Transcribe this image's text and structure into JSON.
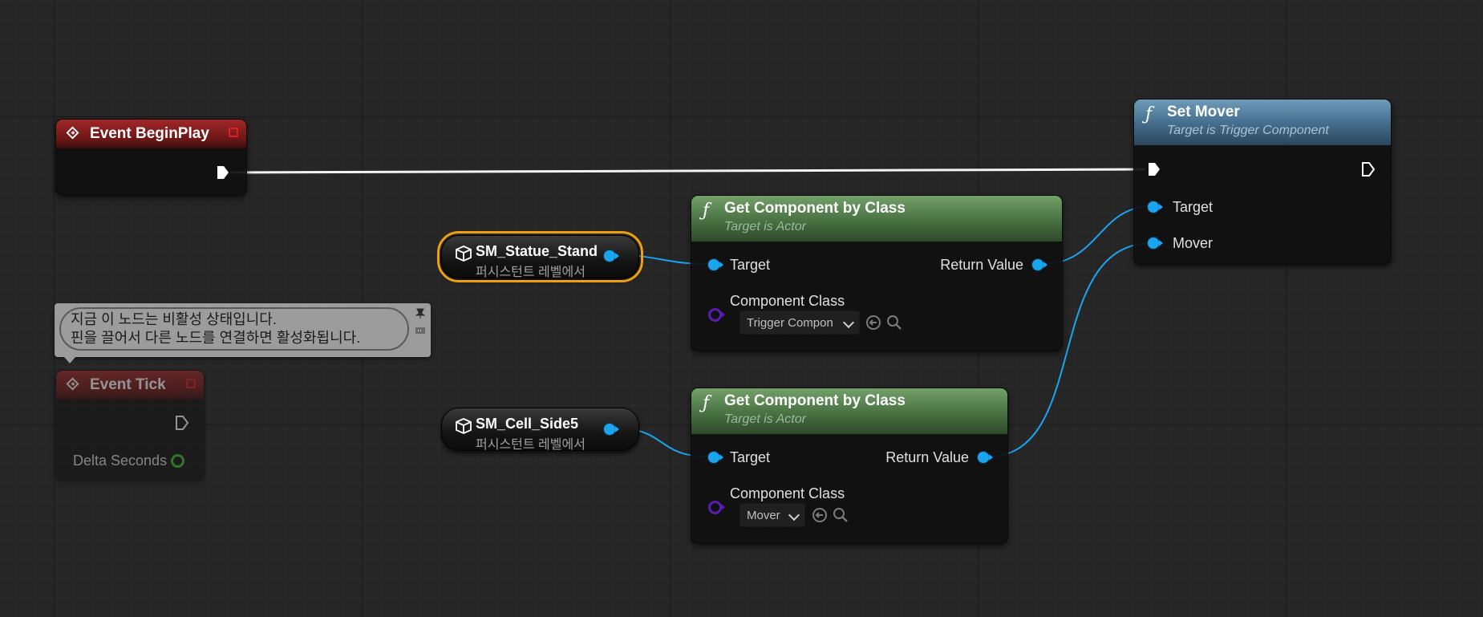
{
  "nodes": {
    "event_beginplay": {
      "title": "Event BeginPlay"
    },
    "event_tick": {
      "title": "Event Tick",
      "delta_label": "Delta Seconds"
    },
    "set_mover": {
      "title": "Set Mover",
      "subtitle": "Target is Trigger Component",
      "pin_target": "Target",
      "pin_mover": "Mover"
    },
    "get_component_1": {
      "title": "Get Component by Class",
      "subtitle": "Target is Actor",
      "pin_target": "Target",
      "pin_return": "Return Value",
      "pin_class_label": "Component Class",
      "class_value": "Trigger Compon"
    },
    "get_component_2": {
      "title": "Get Component by Class",
      "subtitle": "Target is Actor",
      "pin_target": "Target",
      "pin_return": "Return Value",
      "pin_class_label": "Component Class",
      "class_value": "Mover"
    },
    "var_statue": {
      "title": "SM_Statue_Stand",
      "subtitle": "퍼시스턴트 레벨에서"
    },
    "var_cell": {
      "title": "SM_Cell_Side5",
      "subtitle": "퍼시스턴트 레벨에서"
    }
  },
  "comment": {
    "line1": "지금 이 노드는 비활성 상태입니다.",
    "line2": "핀을 끌어서 다른 노드를 연결하면 활성화됩니다."
  },
  "icons": {
    "function": "function-icon",
    "event": "event-diamond-icon",
    "actor": "actor-cube-icon",
    "browse": "browse-arrow-icon",
    "search": "search-icon",
    "pin": "pin-icon"
  },
  "colors": {
    "exec_wire": "#ffffff",
    "object_wire": "#1aa5f0",
    "class_pin": "#5d1ab0",
    "float_pin": "#39c531",
    "selection": "#f0a00f",
    "event_header": "#8c1f1f",
    "function_header": "#5e8a55",
    "setter_header": "#4a7494"
  }
}
